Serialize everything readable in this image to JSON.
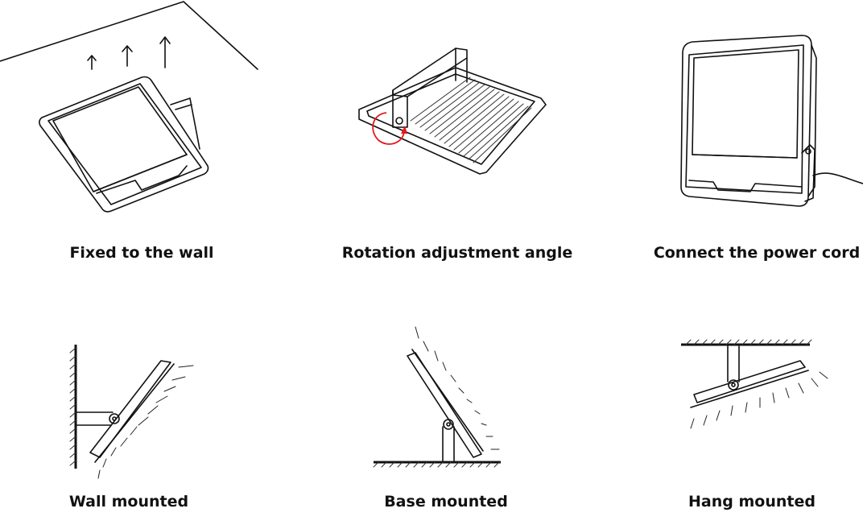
{
  "steps": [
    {
      "label": "Fixed to the wall"
    },
    {
      "label": "Rotation adjustment angle"
    },
    {
      "label": "Connect the power cord"
    }
  ],
  "mounting_modes": [
    {
      "label": "Wall mounted"
    },
    {
      "label": "Base mounted"
    },
    {
      "label": "Hang mounted"
    }
  ],
  "colors": {
    "line": "#111111",
    "rotation_arrow": "#e11b1b"
  }
}
